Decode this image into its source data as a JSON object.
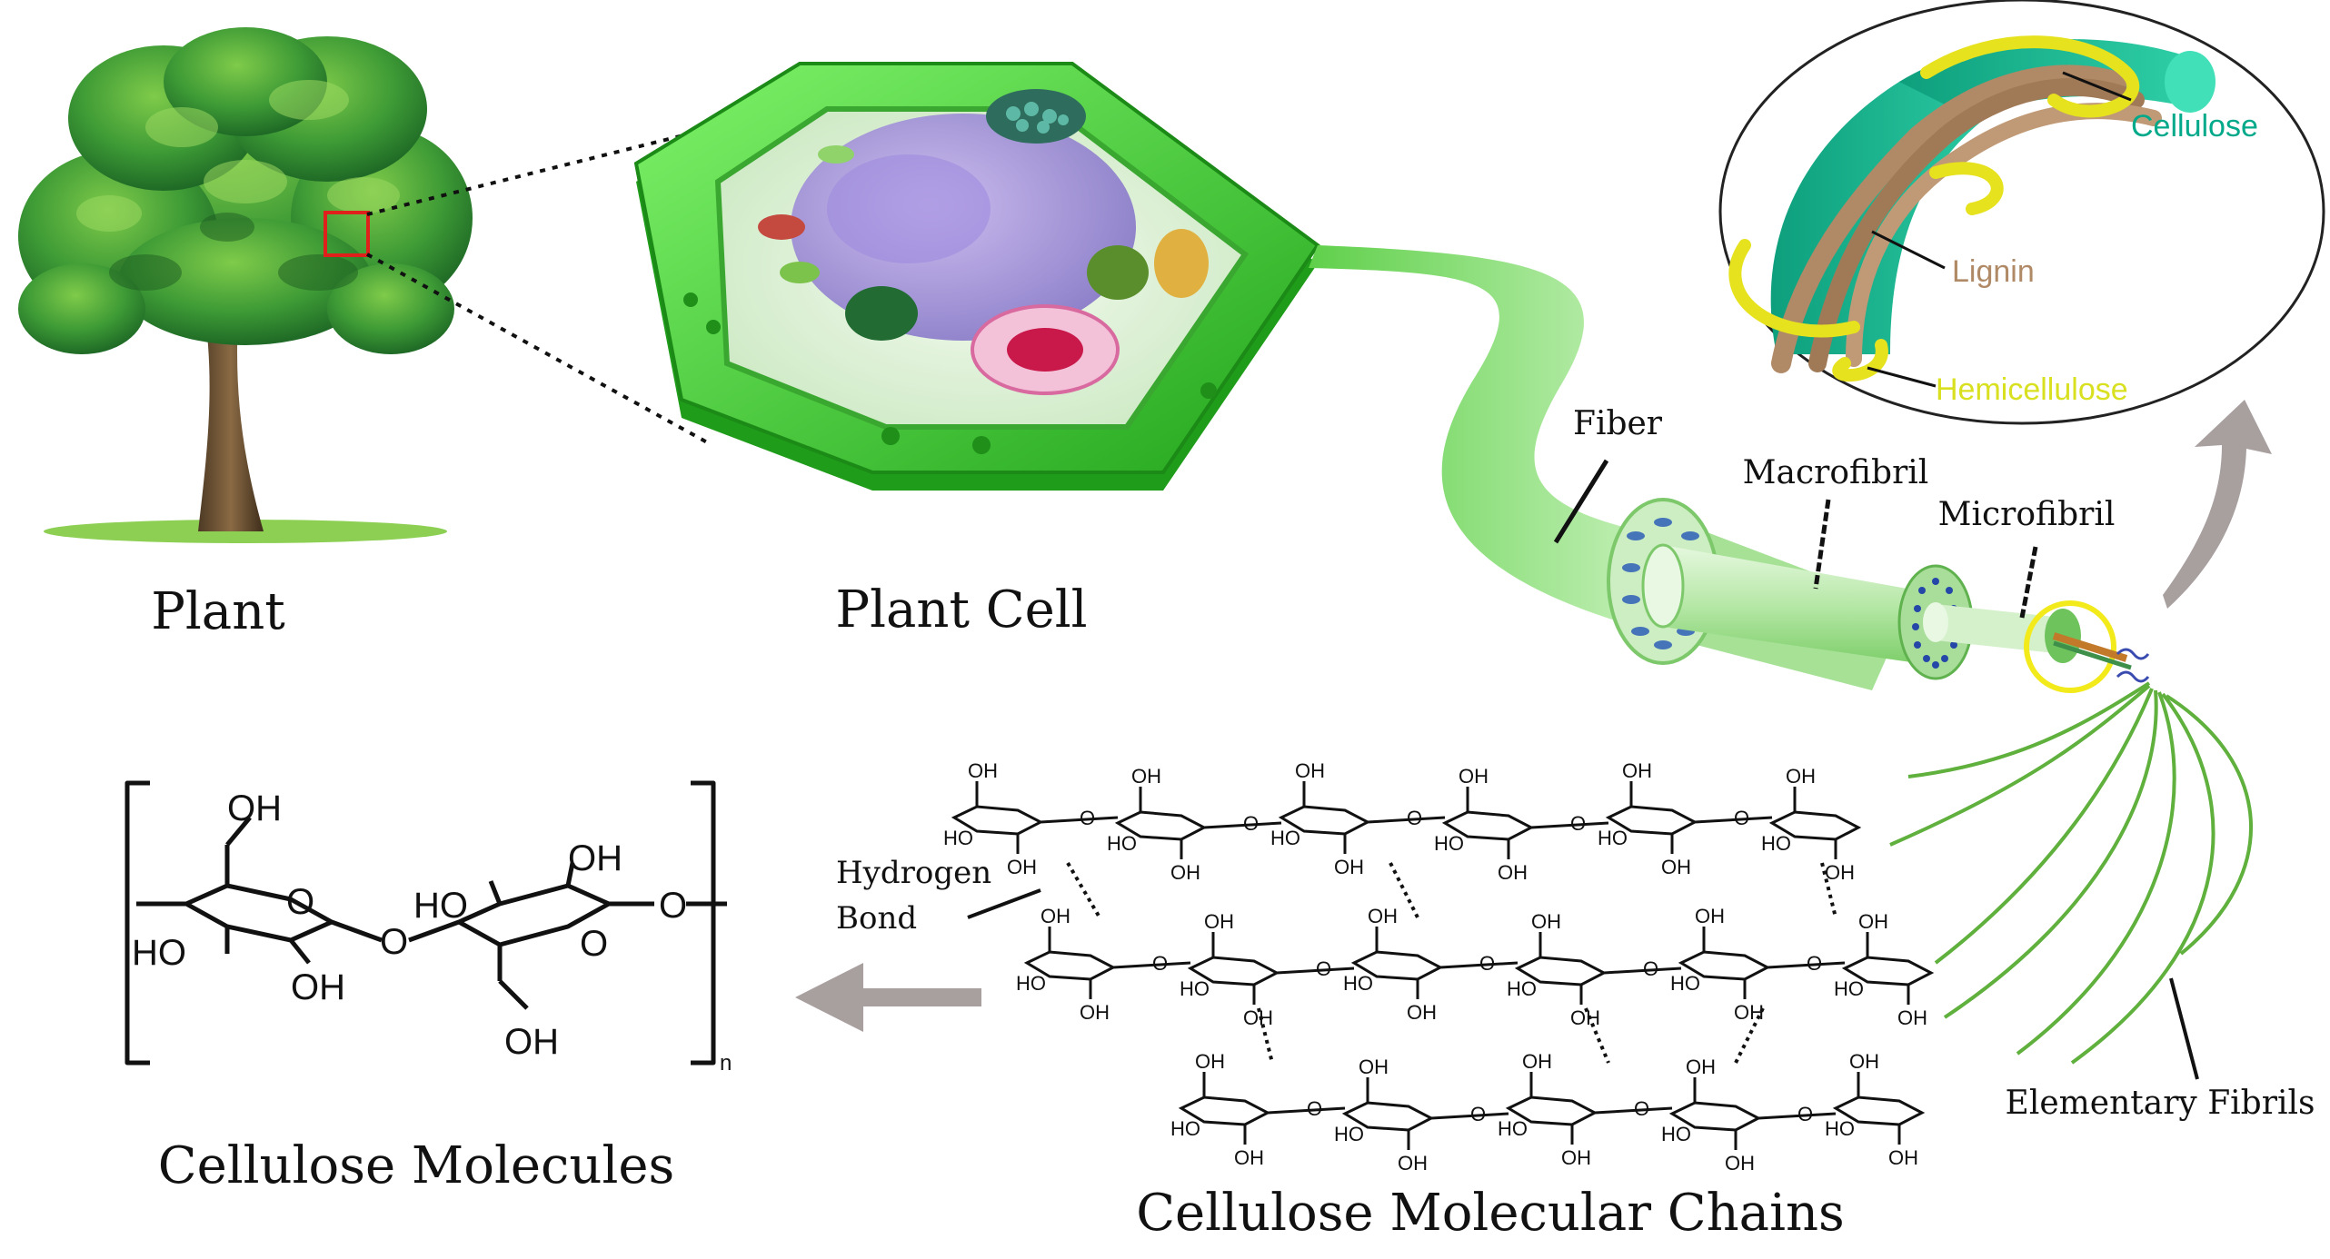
{
  "labels": {
    "plant": "Plant",
    "plant_cell": "Plant Cell",
    "fiber": "Fiber",
    "macrofibril": "Macrofibril",
    "microfibril": "Microfibril",
    "elementary_fibrils": "Elementary Fibrils",
    "hydrogen_bond_line1": "Hydrogen",
    "hydrogen_bond_line2": "Bond",
    "cellulose_molecules": "Cellulose Molecules",
    "cellulose_molecular_chains": "Cellulose Molecular Chains"
  },
  "inset": {
    "cellulose": "Cellulose",
    "lignin": "Lignin",
    "hemicellulose": "Hemicellulose"
  },
  "molecule": {
    "oh": "OH",
    "ho": "HO",
    "o": "O",
    "subscript_n": "n"
  },
  "colors": {
    "cellulose_label": "#00a98a",
    "lignin_label": "#b08a66",
    "hemicellulose_label": "#d9e020",
    "cell_green": "#3fbf2a",
    "fiber_green": "#7fd06a",
    "highlight_yellow": "#f2ea1a",
    "arrow_gray": "#a89f9f",
    "zoom_box_red": "#e0201a"
  }
}
